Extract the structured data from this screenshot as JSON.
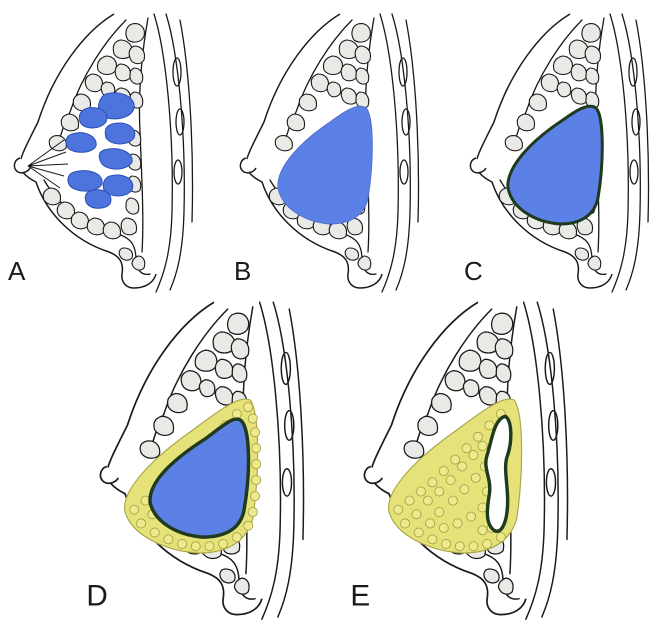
{
  "colors": {
    "line": "#1a1a1a",
    "background": "#ffffff",
    "gland_blue": "#4c74dc",
    "gland_blue_dark": "#2a4fb8",
    "implant_blue": "#5b80e6",
    "capsule_green": "#1f3a1c",
    "fat_yellow": "#e6e27a",
    "fat_yellow_edge": "#a9a548"
  },
  "panels": [
    {
      "label": "A",
      "fill": "glandular-lobes"
    },
    {
      "label": "B",
      "fill": "implant"
    },
    {
      "label": "C",
      "fill": "implant-with-capsule"
    },
    {
      "label": "D",
      "fill": "implant-capsule-fat-graft"
    },
    {
      "label": "E",
      "fill": "fat-graft-residual-capsule"
    }
  ]
}
